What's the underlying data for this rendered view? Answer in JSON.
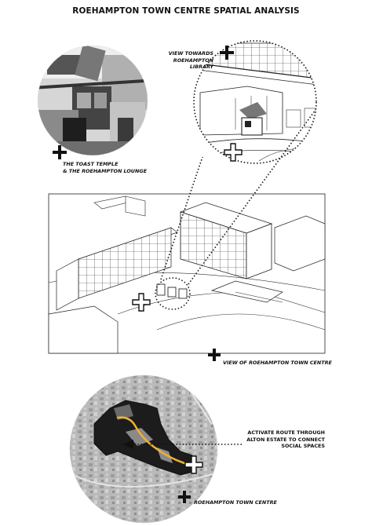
{
  "title": "ROEHAMPTON TOWN CENTRE SPATIAL ANALYSIS",
  "labels": {
    "toast_line1": "THE TOAST TEMPLE",
    "toast_line2": "& THE ROEHAMPTON LOUNGE",
    "library_line1": "VIEW TOWARDS",
    "library_line2": "ROEHAMPTON",
    "library_line3": "LIBRARY",
    "town_view": "VIEW OF ROEHAMPTON TOWN CENTRE",
    "route_line1": "ACTIVATE ROUTE THROUGH",
    "route_line2": "ALTON ESTATE TO CONNECT",
    "route_line3": "SOCIAL SPACES",
    "town_centre": "ROEHAMPTON TOWN CENTRE"
  },
  "colors": {
    "line": "#111111",
    "route": "#f0b030",
    "photo_gray": "#9a9a9a",
    "map_gray": "#b7b7b7"
  },
  "icons": [
    "plus-marker-icon",
    "cross-outline-icon"
  ]
}
